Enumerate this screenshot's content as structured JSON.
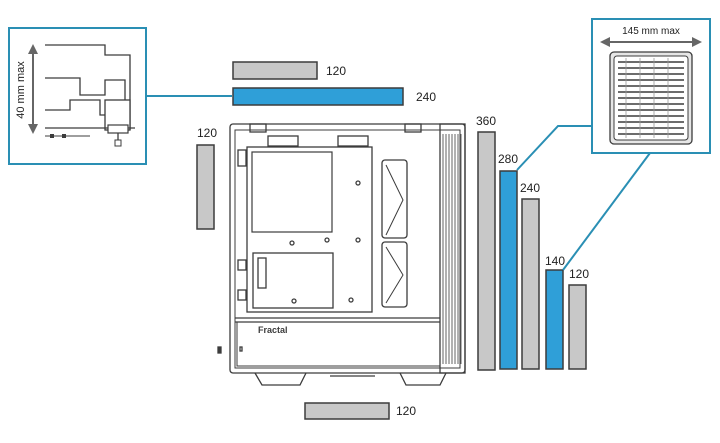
{
  "colors": {
    "radiator_gray": "#c8c8c8",
    "radiator_blue": "#2f9fd8",
    "callout_teal": "#2a8fb4",
    "outline": "#3c3c3c"
  },
  "top": {
    "rad_120_label": "120",
    "rad_240_label": "240"
  },
  "rear": {
    "rad_120_label": "120"
  },
  "bottom": {
    "rad_120_label": "120"
  },
  "front": {
    "rad_360_label": "360",
    "rad_280_label": "280",
    "rad_240_label": "240",
    "rad_140_label": "140",
    "rad_120_label": "120"
  },
  "callout_left": {
    "height_label": "40 mm max"
  },
  "callout_right": {
    "width_label": "145 mm max"
  },
  "case": {
    "brand": "Fractal"
  }
}
